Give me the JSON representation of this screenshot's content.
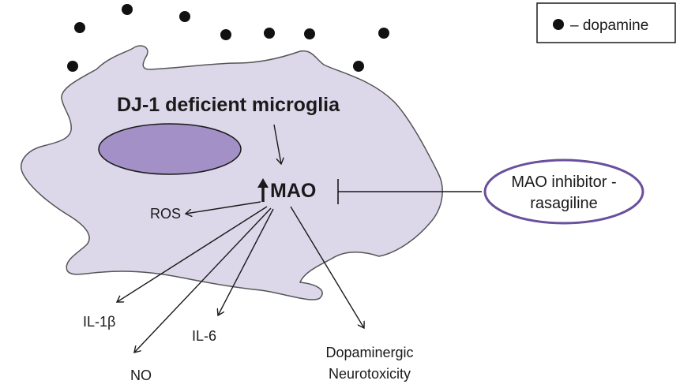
{
  "diagram": {
    "cell_title": "DJ-1 deficient microglia",
    "enzyme": "MAO",
    "products": {
      "ros": "ROS",
      "il1b": "IL-1β",
      "no": "NO",
      "il6": "IL-6",
      "neurotox_line1": "Dopaminergic",
      "neurotox_line2": "Neurotoxicity"
    },
    "inhibitor": {
      "line1": "MAO inhibitor -",
      "line2": "rasagiline"
    },
    "legend": {
      "symbol": "●",
      "label": "– dopamine"
    }
  },
  "colors": {
    "cell_fill": "#dcd8ea",
    "cell_stroke": "#555555",
    "nucleus_fill": "#a290c6",
    "inhibitor_stroke": "#6a4f9c",
    "dot": "#111111"
  },
  "icons": {
    "dopamine_dot": "filled-circle",
    "up_arrow": "up-arrow-icon"
  }
}
